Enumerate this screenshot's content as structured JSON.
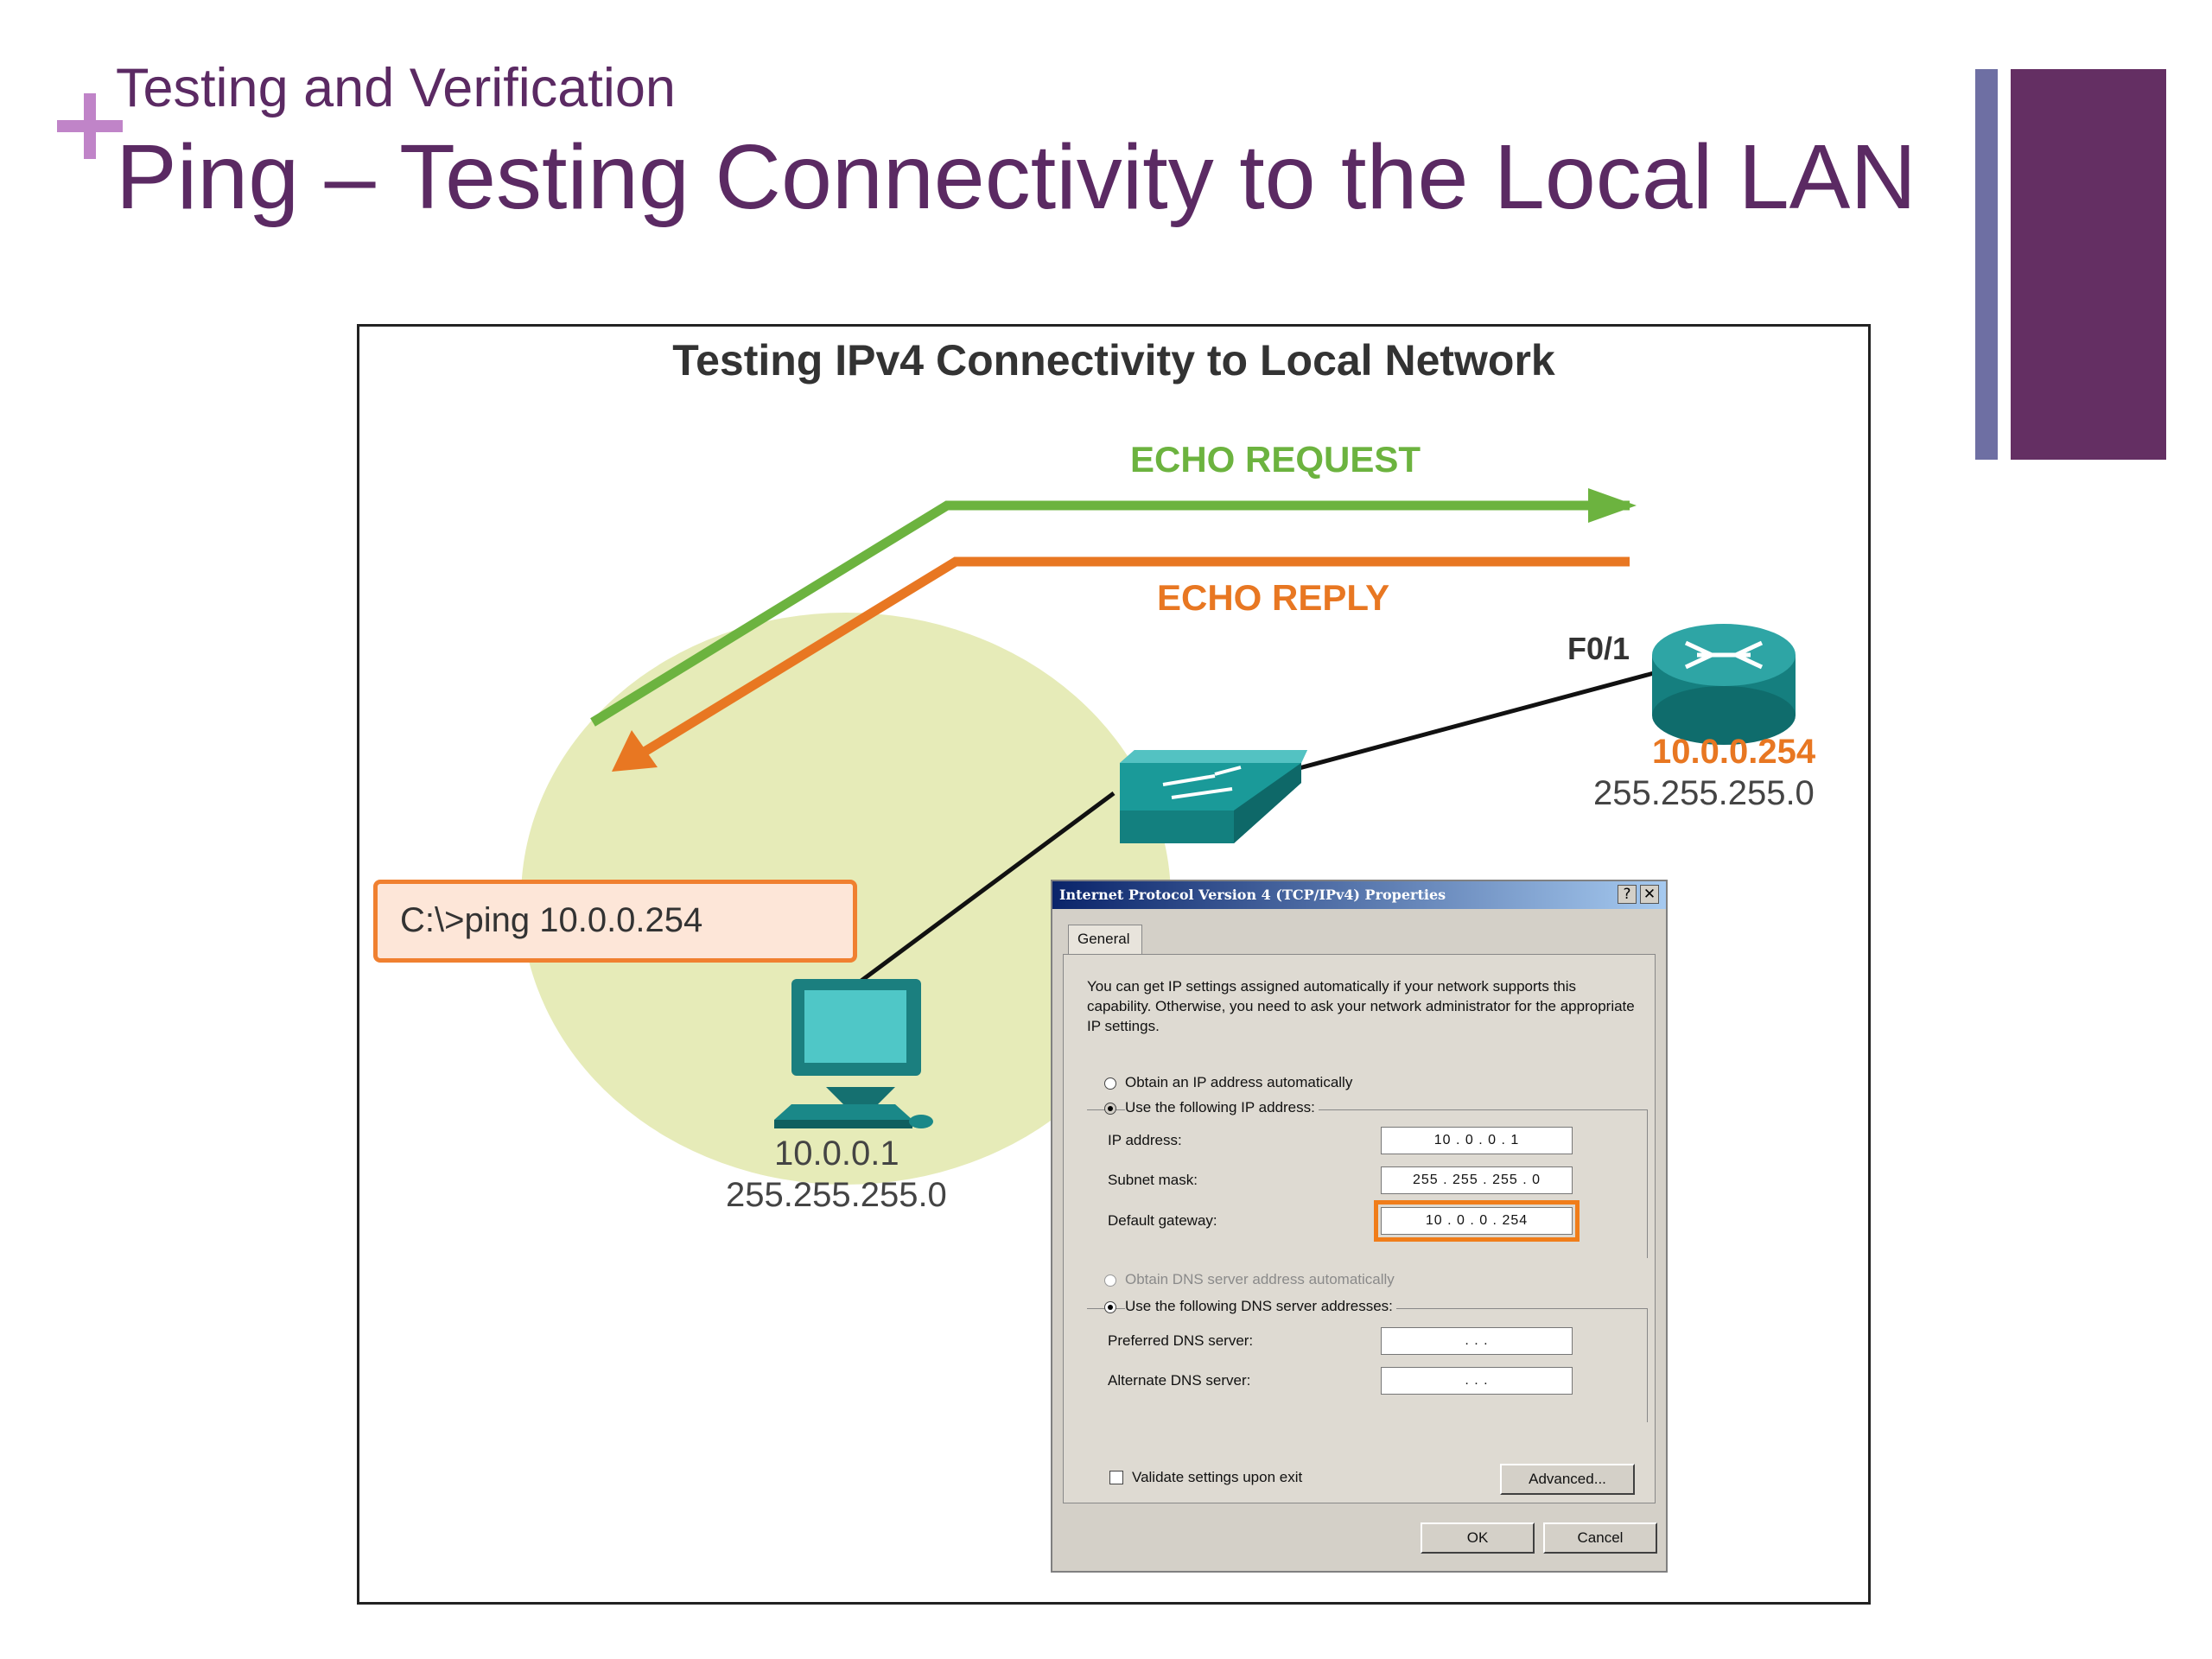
{
  "slide": {
    "subtitle": "Testing and Verification",
    "title": "Ping – Testing Connectivity to the Local LAN",
    "accent_color": "#5b2a63"
  },
  "diagram": {
    "title": "Testing IPv4 Connectivity to Local Network",
    "echo_request": "ECHO REQUEST",
    "echo_reply": "ECHO REPLY",
    "router_port": "F0/1",
    "router_ip": "10.0.0.254",
    "router_mask": "255.255.255.0",
    "pc_ip": "10.0.0.1",
    "pc_mask": "255.255.255.0",
    "command": "C:\\>ping 10.0.0.254",
    "colors": {
      "request": "#6cb33f",
      "reply": "#e87722",
      "device": "#1b8a8a",
      "lan": "#e6ebb8"
    }
  },
  "dialog": {
    "title": "Internet Protocol Version 4 (TCP/IPv4) Properties",
    "help_button": "?",
    "close_button": "✕",
    "tab_general": "General",
    "intro": "You can get IP settings assigned automatically if your network supports this capability. Otherwise, you need to ask your network administrator for the appropriate IP settings.",
    "radio_auto_ip": "Obtain an IP address automatically",
    "radio_manual_ip": "Use the following IP address:",
    "ip_label": "IP address:",
    "ip_value": "10 . 0 . 0 . 1",
    "mask_label": "Subnet mask:",
    "mask_value": "255 . 255 . 255 . 0",
    "gateway_label": "Default gateway:",
    "gateway_value": "10 . 0 . 0 . 254",
    "radio_auto_dns": "Obtain DNS server address automatically",
    "radio_manual_dns": "Use the following DNS server addresses:",
    "preferred_dns_label": "Preferred DNS server:",
    "preferred_dns_value": " .  .  . ",
    "alternate_dns_label": "Alternate DNS server:",
    "alternate_dns_value": " .  .  . ",
    "validate_label": "Validate settings upon exit",
    "advanced_button": "Advanced...",
    "ok_button": "OK",
    "cancel_button": "Cancel"
  }
}
